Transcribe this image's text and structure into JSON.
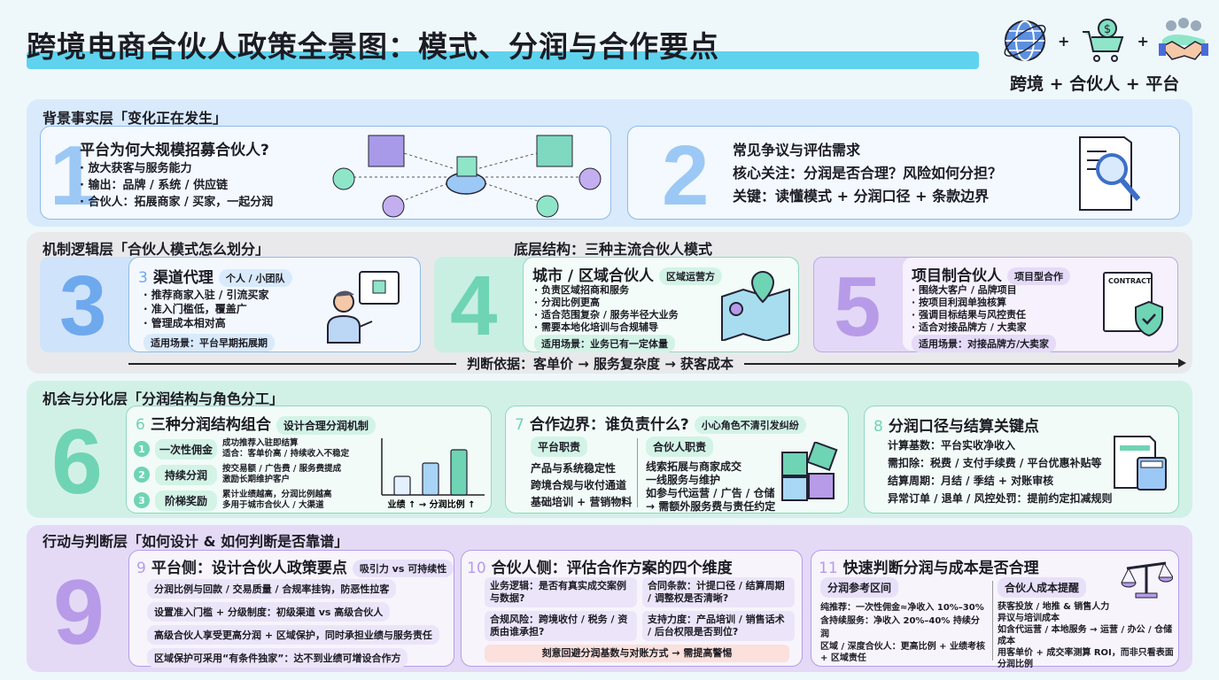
{
  "title": "跨境电商合伙人政策全景图：模式、分润与合作要点",
  "header_icons": {
    "label": "跨境 + 合伙人 + 平台",
    "plus": "+",
    "icons": [
      "globe-icon",
      "shopping-cart-dollar-icon",
      "handshake-team-icon"
    ]
  },
  "colors": {
    "blue": "#8fc3f5",
    "green": "#6fd4b4",
    "purple": "#b79be8",
    "title_bar": "#5fd3ee"
  },
  "layer1": {
    "heading": "背景事实层「变化正在发生」",
    "card1": {
      "num": "1",
      "title": "平台为何大规模招募合伙人?",
      "bullets": [
        "· 放大获客与服务能力",
        "· 输出：品牌 / 系统 / 供应链",
        "· 合伙人：拓展商家 / 买家，一起分润"
      ]
    },
    "card2": {
      "num": "2",
      "title": "常见争议与评估需求",
      "line1": "核心关注：分润是否合理？风险如何分担？",
      "line2": "关键：读懂模式 + 分润口径 + 条款边界"
    }
  },
  "layer2": {
    "heading": "机制逻辑层「合伙人模式怎么划分」",
    "subheading": "底层结构：三种主流合伙人模式",
    "card3": {
      "num": "3",
      "title": "渠道代理",
      "tag": "个人 / 小团队",
      "bullets": [
        "· 推荐商家入驻 / 引流买家",
        "· 准入门槛低，覆盖广",
        "· 管理成本相对高"
      ],
      "scene": "适用场景：平台早期拓展期"
    },
    "card4": {
      "num": "4",
      "title": "城市 / 区域合伙人",
      "tag": "区域运营方",
      "bullets": [
        "· 负责区域招商和服务",
        "· 分润比例更高",
        "· 适合范围复杂 / 服务半径大业务",
        "· 需要本地化培训与合规辅导"
      ],
      "scene": "适用场景：业务已有一定体量"
    },
    "card5": {
      "num": "5",
      "title": "项目制合伙人",
      "tag": "项目型合作",
      "bullets": [
        "· 围绕大客户 / 品牌项目",
        "· 按项目利润单独核算",
        "· 强调目标结果与风控责任",
        "· 适合对接品牌方 / 大卖家"
      ],
      "scene": "适用场景：对接品牌方/大卖家",
      "contract_label": "CONTRACT"
    },
    "judge": "判断依据：客单价 → 服务复杂度 → 获客成本"
  },
  "layer3": {
    "heading": "机会与分化层「分润结构与角色分工」",
    "card6": {
      "num": "6",
      "title": "三种分润结构组合",
      "tag": "设计合理分润机制",
      "items": [
        {
          "n": "1",
          "name": "一次性佣金",
          "d1": "成功推荐入驻即结算",
          "d2": "适合：客单价高 / 持续收入不稳定"
        },
        {
          "n": "2",
          "name": "持续分润",
          "d1": "按交易额 / 广告费 / 服务费提成",
          "d2": "激励长期维护客户"
        },
        {
          "n": "3",
          "name": "阶梯奖励",
          "d1": "累计业绩越高，分润比例越高",
          "d2": "多用于城市合伙人 / 大渠道"
        }
      ],
      "chart_caption": "业绩 ↑ → 分润比例 ↑"
    },
    "card7": {
      "num": "7",
      "title": "合作边界：谁负责什么?",
      "tag": "小心角色不清引发纠纷",
      "platform": {
        "label": "平台职责",
        "items": [
          "产品与系统稳定性",
          "跨境合规与收付通道",
          "基础培训 + 营销物料"
        ]
      },
      "partner": {
        "label": "合伙人职责",
        "items": [
          "线索拓展与商家成交",
          "一线服务与维护",
          "如参与代运营 / 广告 / 仓储",
          "→ 需额外服务费与责任约定"
        ]
      }
    },
    "card8": {
      "num": "8",
      "title": "分润口径与结算关键点",
      "lines": [
        "计算基数：平台实收净收入",
        "需扣除：税费 / 支付手续费 / 平台优惠补贴等",
        "结算周期：月结 / 季结 + 对账审核",
        "异常订单 / 退单 / 风控处罚：提前约定扣减规则"
      ]
    }
  },
  "layer4": {
    "heading": "行动与判断层「如何设计 & 如何判断是否靠谱」",
    "card9": {
      "num": "9",
      "title": "平台侧：设计合伙人政策要点",
      "tag": "吸引力 vs 可持续性",
      "items": [
        "分润比例与回款 / 交易质量 / 合规率挂钩，防恶性拉客",
        "设置准入门槛 + 分级制度：初级渠道 vs 高级合伙人",
        "高级合伙人享受更高分润 + 区域保护，同时承担业绩与服务责任",
        "区域保护可采用“有条件独家”：达不到业绩可增设合作方"
      ]
    },
    "card10": {
      "num": "10",
      "title": "合伙人侧：评估合作方案的四个维度",
      "cells": [
        "业务逻辑：是否有真实成交案例与数据?",
        "合同条款：计提口径 / 结算周期 / 调整权是否清晰?",
        "合规风险：跨境收付 / 税务 / 资质由谁承担?",
        "支持力度：产品培训 / 销售话术 / 后台权限是否到位?"
      ],
      "warning": "刻意回避分润基数与对账方式 → 需提高警惕"
    },
    "card11": {
      "num": "11",
      "title": "快速判断分润与成本是否合理",
      "left": {
        "label": "分润参考区间",
        "lines": [
          "纯推荐：一次性佣金≈净收入 10%–30%",
          "含持续服务：净收入 20%–40% 持续分润",
          "区域 / 深度合伙人：更高比例 + 业绩考核 + 区域责任"
        ]
      },
      "right": {
        "label": "合伙人成本提醒",
        "lines": [
          "获客投放 / 地推 & 销售人力",
          "异议与培训成本",
          "如含代运营 / 本地服务 → 运营 / 办公 / 仓储成本",
          "用客单价 + 成交率测算 ROI，而非只看表面分润比例"
        ]
      }
    }
  }
}
